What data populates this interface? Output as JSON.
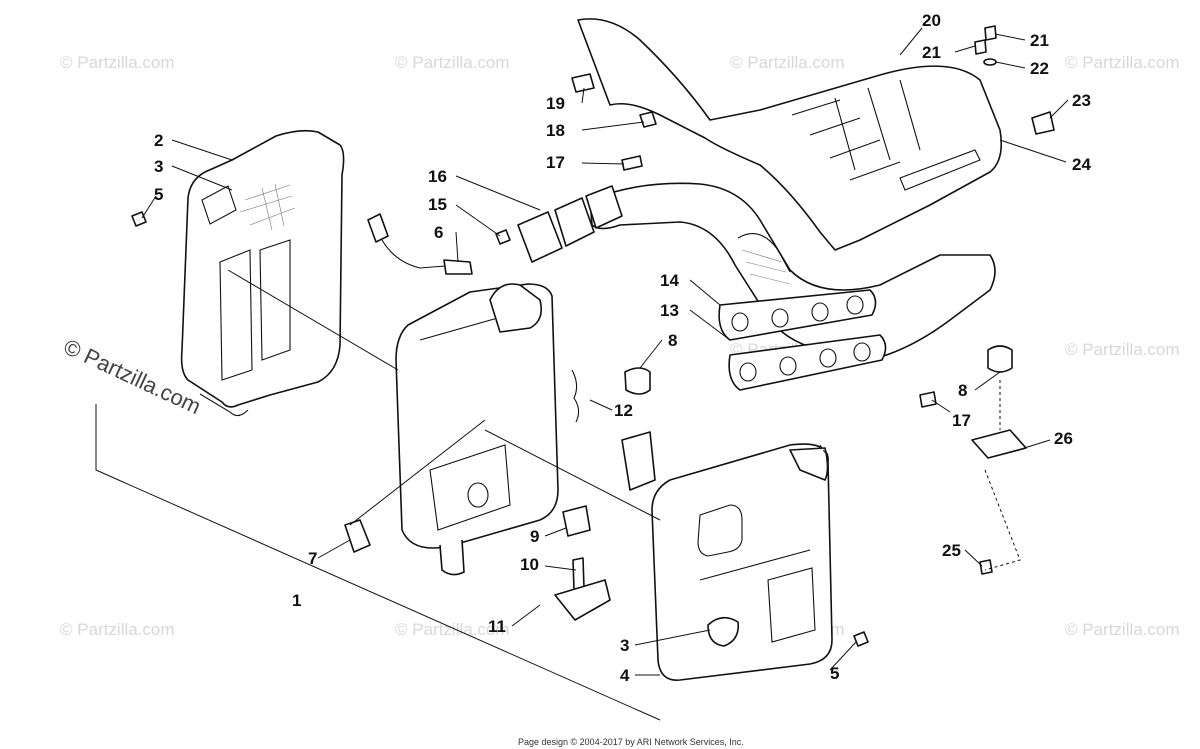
{
  "watermark": {
    "text": "© Partzilla.com",
    "corner_text": "© Partzilla.com"
  },
  "footer": {
    "text": "Page design © 2004-2017 by ARI Network Services, Inc."
  },
  "callouts": [
    {
      "id": "c20",
      "text": "20"
    },
    {
      "id": "c21a",
      "text": "21"
    },
    {
      "id": "c21b",
      "text": "21"
    },
    {
      "id": "c22",
      "text": "22"
    },
    {
      "id": "c23",
      "text": "23"
    },
    {
      "id": "c24",
      "text": "24"
    },
    {
      "id": "c19",
      "text": "19"
    },
    {
      "id": "c18",
      "text": "18"
    },
    {
      "id": "c17a",
      "text": "17"
    },
    {
      "id": "c16",
      "text": "16"
    },
    {
      "id": "c15",
      "text": "15"
    },
    {
      "id": "c6",
      "text": "6"
    },
    {
      "id": "c2",
      "text": "2"
    },
    {
      "id": "c3a",
      "text": "3"
    },
    {
      "id": "c5a",
      "text": "5"
    },
    {
      "id": "c14",
      "text": "14"
    },
    {
      "id": "c13",
      "text": "13"
    },
    {
      "id": "c8a",
      "text": "8"
    },
    {
      "id": "c12",
      "text": "12"
    },
    {
      "id": "c8b",
      "text": "8"
    },
    {
      "id": "c17b",
      "text": "17"
    },
    {
      "id": "c26",
      "text": "26"
    },
    {
      "id": "c7",
      "text": "7"
    },
    {
      "id": "c9",
      "text": "9"
    },
    {
      "id": "c10",
      "text": "10"
    },
    {
      "id": "c1",
      "text": "1"
    },
    {
      "id": "c11",
      "text": "11"
    },
    {
      "id": "c25",
      "text": "25"
    },
    {
      "id": "c3b",
      "text": "3"
    },
    {
      "id": "c4",
      "text": "4"
    },
    {
      "id": "c5b",
      "text": "5"
    }
  ]
}
